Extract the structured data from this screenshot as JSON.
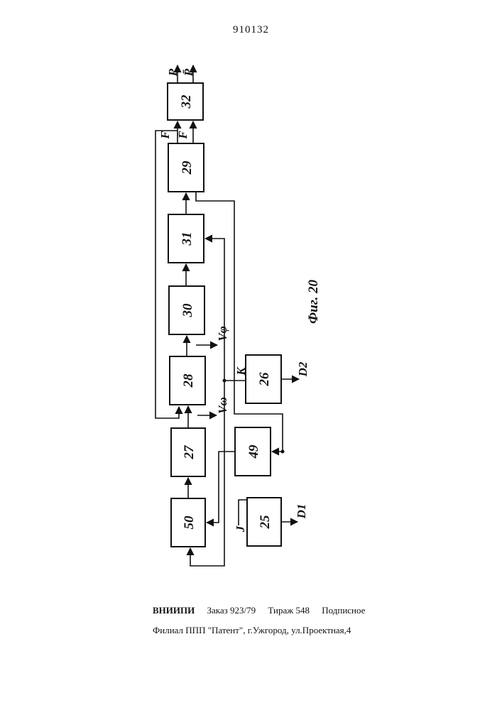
{
  "header": {
    "page_number": "910132"
  },
  "diagram": {
    "blocks": {
      "b50": "50",
      "b27": "27",
      "b28": "28",
      "b30": "30",
      "b31": "31",
      "b29": "29",
      "b32": "32",
      "b49": "49",
      "b25": "25",
      "b26": "26"
    },
    "signals": {
      "p": "P",
      "p_bar": "P̄",
      "f": "F",
      "f_bar": "F̄",
      "v_phi": "Vφ",
      "v_omega": "Vω",
      "k": "K",
      "j": "J",
      "d1": "D1",
      "d2": "D2"
    },
    "figure_caption": "Фиг. 20"
  },
  "footer": {
    "org": "ВНИИПИ",
    "order": "Заказ 923/79",
    "circulation": "Тираж 548",
    "subscription": "Подписное",
    "branch": "Филиал ППП \"Патент\", г.Ужгород, ул.Проектная,4"
  }
}
